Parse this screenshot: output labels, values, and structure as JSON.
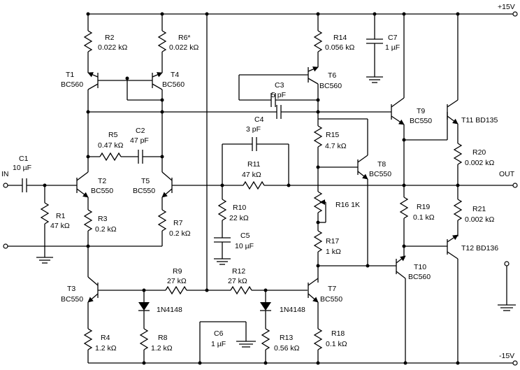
{
  "rails": {
    "pos": "+15V",
    "neg": "-15V"
  },
  "ports": {
    "input": "IN",
    "output": "OUT"
  },
  "components": {
    "C1": {
      "ref": "C1",
      "value": "10 µF"
    },
    "R1": {
      "ref": "R1",
      "value": "47 kΩ"
    },
    "R2": {
      "ref": "R2",
      "value": "0.022 kΩ"
    },
    "R6": {
      "ref": "R6*",
      "value": "0.022 kΩ"
    },
    "T1": {
      "ref": "T1",
      "value": "BC560"
    },
    "T4": {
      "ref": "T4",
      "value": "BC560"
    },
    "R5": {
      "ref": "R5",
      "value": "0.47 kΩ"
    },
    "C2": {
      "ref": "C2",
      "value": "47 pF"
    },
    "T2": {
      "ref": "T2",
      "value": "BC550"
    },
    "T5": {
      "ref": "T5",
      "value": "BC550"
    },
    "R3": {
      "ref": "R3",
      "value": "0.2 kΩ"
    },
    "R7": {
      "ref": "R7",
      "value": "0.2 kΩ"
    },
    "T3": {
      "ref": "T3",
      "value": "BC550"
    },
    "R4": {
      "ref": "R4",
      "value": "1.2 kΩ"
    },
    "R8": {
      "ref": "R8",
      "value": "1.2 kΩ"
    },
    "D1": {
      "value": "1N4148"
    },
    "D2": {
      "value": "1N4148"
    },
    "R9": {
      "ref": "R9",
      "value": "27 kΩ"
    },
    "R12": {
      "ref": "R12",
      "value": "27 kΩ"
    },
    "C6": {
      "ref": "C6",
      "value": "1 µF"
    },
    "R13": {
      "ref": "R13",
      "value": "0.56 kΩ"
    },
    "T7": {
      "ref": "T7",
      "value": "BC550"
    },
    "R18": {
      "ref": "R18",
      "value": "0.1 kΩ"
    },
    "C4": {
      "ref": "C4",
      "value": "3 pF"
    },
    "R11": {
      "ref": "R11",
      "value": "47 kΩ"
    },
    "R10": {
      "ref": "R10",
      "value": "22 kΩ"
    },
    "C5": {
      "ref": "C5",
      "value": "10 µF"
    },
    "R14": {
      "ref": "R14",
      "value": "0.056 kΩ"
    },
    "C7": {
      "ref": "C7",
      "value": "1 µF"
    },
    "C3": {
      "ref": "C3",
      "value": "5 pF"
    },
    "T6": {
      "ref": "T6",
      "value": "BC560"
    },
    "R15": {
      "ref": "R15",
      "value": "4.7 kΩ"
    },
    "T8": {
      "ref": "T8",
      "value": "BC550"
    },
    "R16": {
      "ref": "R16 1K",
      "value": ""
    },
    "R17": {
      "ref": "R17",
      "value": "1 kΩ"
    },
    "T9": {
      "ref": "T9",
      "value": "BC550"
    },
    "T10": {
      "ref": "T10",
      "value": "BC560"
    },
    "R19": {
      "ref": "R19",
      "value": "0.1 kΩ"
    },
    "T11": {
      "ref": "T11 BD135"
    },
    "T12": {
      "ref": "T12 BD136"
    },
    "R20": {
      "ref": "R20",
      "value": "0.002 kΩ"
    },
    "R21": {
      "ref": "R21",
      "value": "0.002 kΩ"
    }
  }
}
